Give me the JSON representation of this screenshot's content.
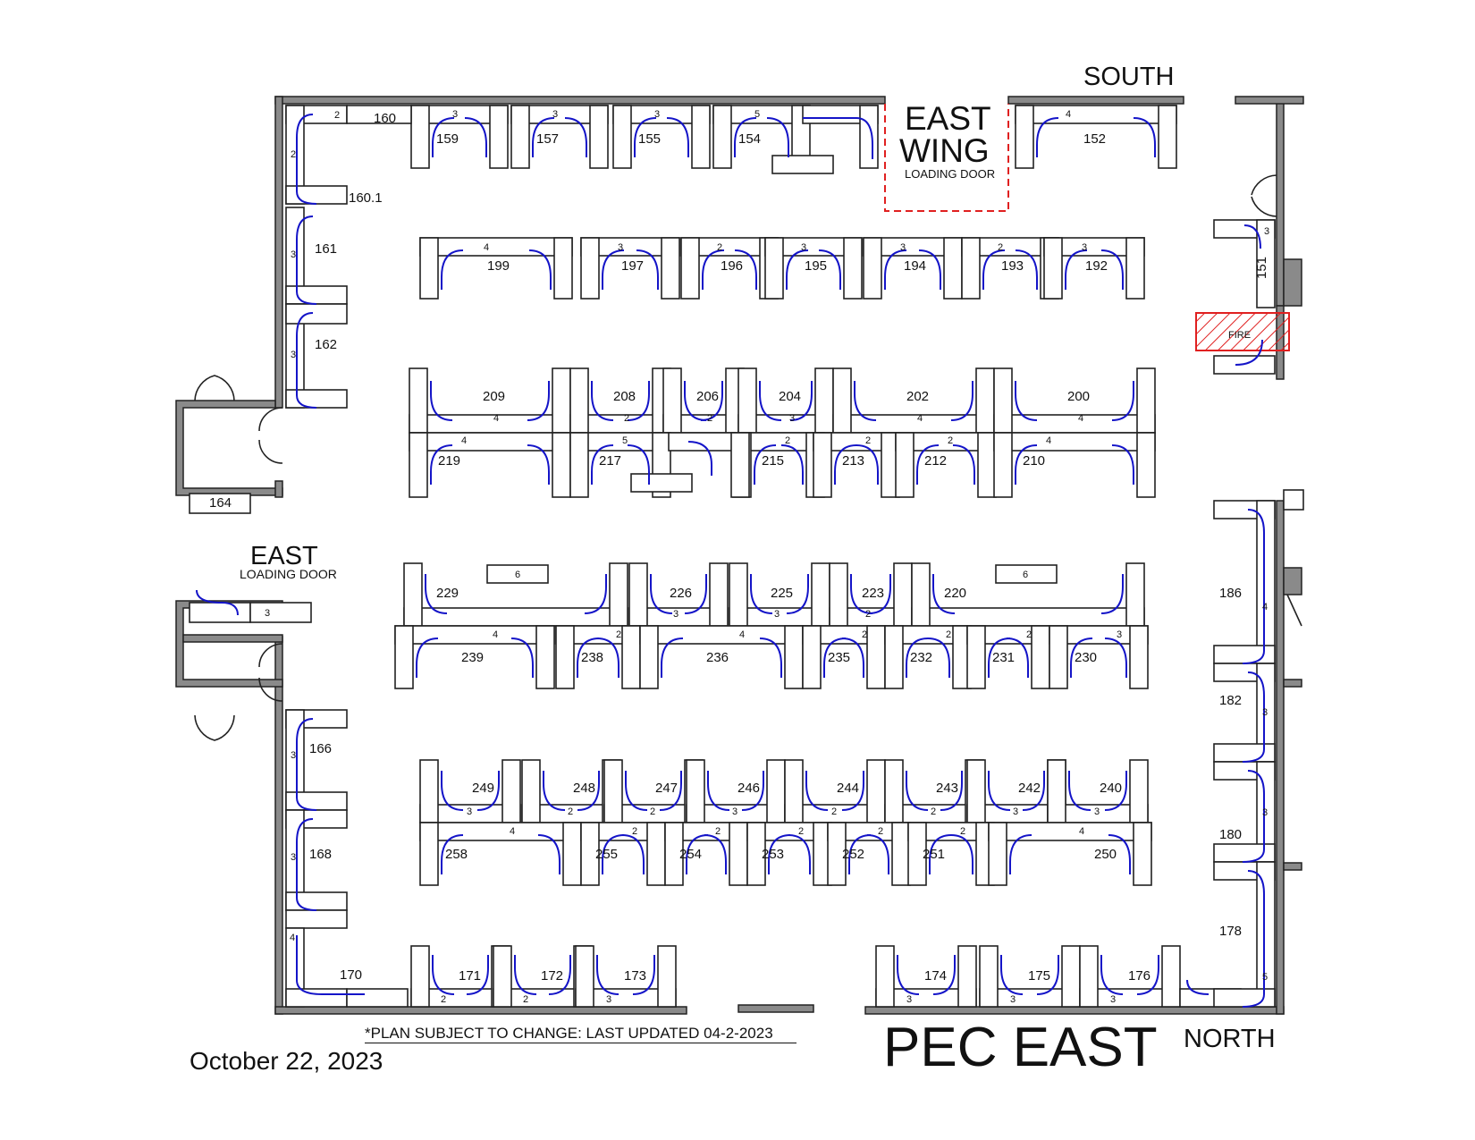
{
  "plan": {
    "orientation_top": "SOUTH",
    "orientation_bottom": "NORTH",
    "east_wing": {
      "line1": "EAST",
      "line2": "WING",
      "line3": "LOADING DOOR"
    },
    "east_loading": {
      "line1": "EAST",
      "line2": "LOADING DOOR"
    },
    "fire_label": "FIRE",
    "note": "*PLAN SUBJECT TO CHANGE: LAST UPDATED  04-2-2023",
    "date": "October 22, 2023",
    "title": "PEC EAST"
  },
  "colors": {
    "wall": "#8a8a8a",
    "outline": "#222222",
    "swing": "#1414c8",
    "fire": "#e02020"
  },
  "booths": {
    "perimeter_west": [
      "160",
      "160.1",
      "161",
      "162",
      "164",
      "166",
      "168"
    ],
    "south_row": [
      "159",
      "157",
      "155",
      "154",
      "152"
    ],
    "row_1": [
      "199",
      "197",
      "196",
      "195",
      "194",
      "193",
      "192"
    ],
    "row_2_top": [
      "209",
      "208",
      "206",
      "204",
      "202",
      "200"
    ],
    "row_2_bottom": [
      "219",
      "217",
      "215",
      "213",
      "212",
      "210"
    ],
    "row_3_top": [
      "229",
      "226",
      "225",
      "223",
      "220"
    ],
    "row_3_bottom": [
      "239",
      "238",
      "236",
      "235",
      "232",
      "231",
      "230"
    ],
    "row_4_top": [
      "249",
      "248",
      "247",
      "246",
      "244",
      "243",
      "242",
      "240"
    ],
    "row_4_bottom": [
      "258",
      "255",
      "254",
      "253",
      "252",
      "251",
      "250"
    ],
    "north_row": [
      "170",
      "171",
      "172",
      "173",
      "174",
      "175",
      "176"
    ],
    "perimeter_east": [
      "151",
      "186",
      "182",
      "180",
      "178"
    ]
  },
  "table_counts": [
    "2",
    "3",
    "4",
    "5",
    "6"
  ]
}
